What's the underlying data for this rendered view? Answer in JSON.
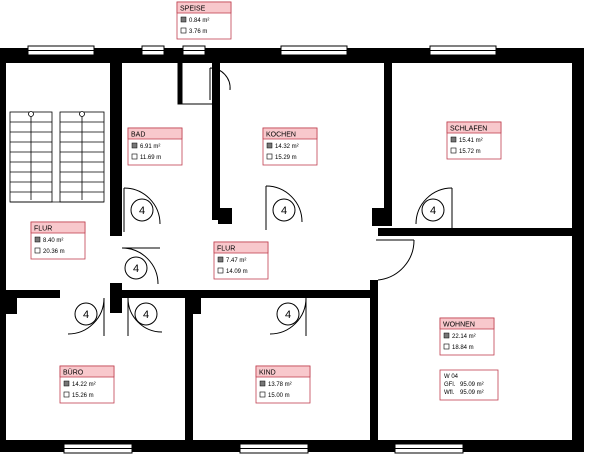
{
  "rooms": {
    "speise": {
      "name": "SPEISE",
      "area": "0.84 m²",
      "perimeter": "3.76 m"
    },
    "bad": {
      "name": "BAD",
      "area": "6.91 m²",
      "perimeter": "11.69 m"
    },
    "kochen": {
      "name": "KOCHEN",
      "area": "14.32 m²",
      "perimeter": "15.29 m"
    },
    "schlafen": {
      "name": "SCHLAFEN",
      "area": "15.41 m²",
      "perimeter": "15.72 m"
    },
    "flur1": {
      "name": "FLUR",
      "area": "8.40 m²",
      "perimeter": "20.36 m"
    },
    "flur2": {
      "name": "FLUR",
      "area": "7.47 m²",
      "perimeter": "14.09 m"
    },
    "wohnen": {
      "name": "WOHNEN",
      "area": "22.14 m²",
      "perimeter": "18.84 m"
    },
    "buero": {
      "name": "BÜRO",
      "area": "14.22 m²",
      "perimeter": "15.26 m"
    },
    "kind": {
      "name": "KIND",
      "area": "13.78 m²",
      "perimeter": "15.00 m"
    }
  },
  "unit": {
    "id": "W 04",
    "gfl_label": "GFl.",
    "gfl_value": "95.09 m²",
    "wfl_label": "Wfl.",
    "wfl_value": "95.09 m²"
  },
  "door_label": "4",
  "colors": {
    "wall": "#000000",
    "label_header": "#f8c8cc",
    "label_border": "#c04050"
  }
}
